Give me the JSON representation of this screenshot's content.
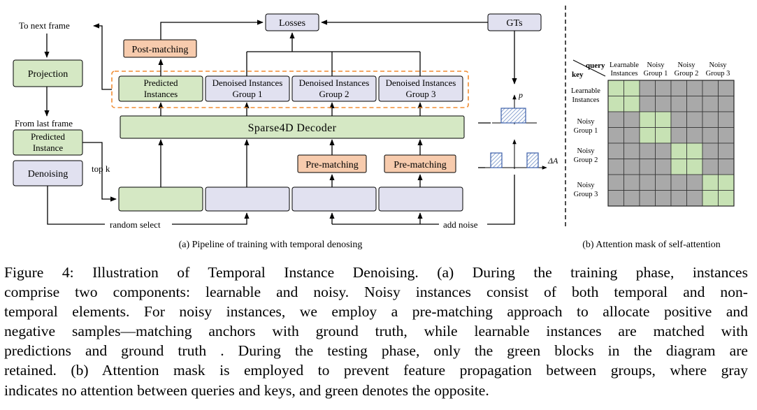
{
  "pipeline": {
    "to_next_frame": "To next frame",
    "projection": "Projection",
    "from_last_frame": "From last frame",
    "predicted_instance": [
      "Predicted",
      "Instance"
    ],
    "denoising": "Denoising",
    "top_k": "top k",
    "post_matching": "Post-matching",
    "losses": "Losses",
    "gts": "GTs",
    "predicted_instances": [
      "Predicted",
      "Instances"
    ],
    "denoised_groups": [
      [
        "Denoised Instances",
        "Group 1"
      ],
      [
        "Denoised Instances",
        "Group 2"
      ],
      [
        "Denoised Instances",
        "Group 3"
      ]
    ],
    "decoder": "Sparse4D Decoder",
    "pre_matching": "Pre-matching",
    "random_select": "random select",
    "add_noise": "add noise",
    "p_label": "p",
    "delta_label": "ΔA",
    "subcaption": "(a) Pipeline of training with temporal denosing"
  },
  "mask": {
    "query_label": "query",
    "key_label": "key",
    "column_headers": [
      [
        "Learnable",
        "Instances"
      ],
      [
        "Noisy",
        "Group 1"
      ],
      [
        "Noisy",
        "Group 2"
      ],
      [
        "Noisy",
        "Group 3"
      ]
    ],
    "row_headers": [
      [
        "Learnable",
        "Instances"
      ],
      [
        "Noisy",
        "Group 1"
      ],
      [
        "Noisy",
        "Group 2"
      ],
      [
        "Noisy",
        "Group 3"
      ]
    ],
    "grid": [
      [
        1,
        1,
        0,
        0,
        0,
        0,
        0,
        0
      ],
      [
        1,
        1,
        0,
        0,
        0,
        0,
        0,
        0
      ],
      [
        0,
        0,
        1,
        1,
        0,
        0,
        0,
        0
      ],
      [
        0,
        0,
        1,
        1,
        0,
        0,
        0,
        0
      ],
      [
        0,
        0,
        0,
        0,
        1,
        1,
        0,
        0
      ],
      [
        0,
        0,
        0,
        0,
        1,
        1,
        0,
        0
      ],
      [
        0,
        0,
        0,
        0,
        0,
        0,
        1,
        1
      ],
      [
        0,
        0,
        0,
        0,
        0,
        0,
        1,
        1
      ]
    ],
    "subcaption": "(b) Attention mask of self-attention"
  },
  "colors": {
    "green": "#d5e8c4",
    "lavender": "#e1e1f0",
    "orange": "#f7cbad",
    "gray": "#a9a9a9",
    "mask_green": "#c7e2b4",
    "dash_orange": "#f08c32",
    "hatch_blue": "#6f8fc6"
  },
  "caption": {
    "lines": [
      "Figure 4: Illustration of Temporal Instance Denoising. (a) During the training phase, instances",
      "comprise two components: learnable and noisy. Noisy instances consist of both temporal and non-",
      "temporal elements. For noisy instances, we employ a pre-matching approach to allocate positive and",
      "negative samples—matching anchors with ground truth, while learnable instances are matched with",
      "predictions and ground truth . During the testing phase, only the green blocks in the diagram are",
      "retained. (b) Attention mask is employed to prevent feature propagation between groups, where gray",
      "indicates no attention between queries and keys, and green denotes the opposite."
    ]
  }
}
